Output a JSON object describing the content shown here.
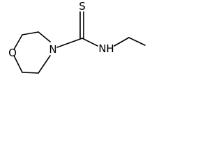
{
  "structure": {
    "atoms": {
      "sulfur": "S",
      "ring_oxygen": "O",
      "ring_nitrogen": "N",
      "amine_nitrogen": "N",
      "amine_hydrogen": "H"
    },
    "colors": {
      "bond": "#000000",
      "label": "#000000",
      "background": "#ffffff"
    }
  }
}
